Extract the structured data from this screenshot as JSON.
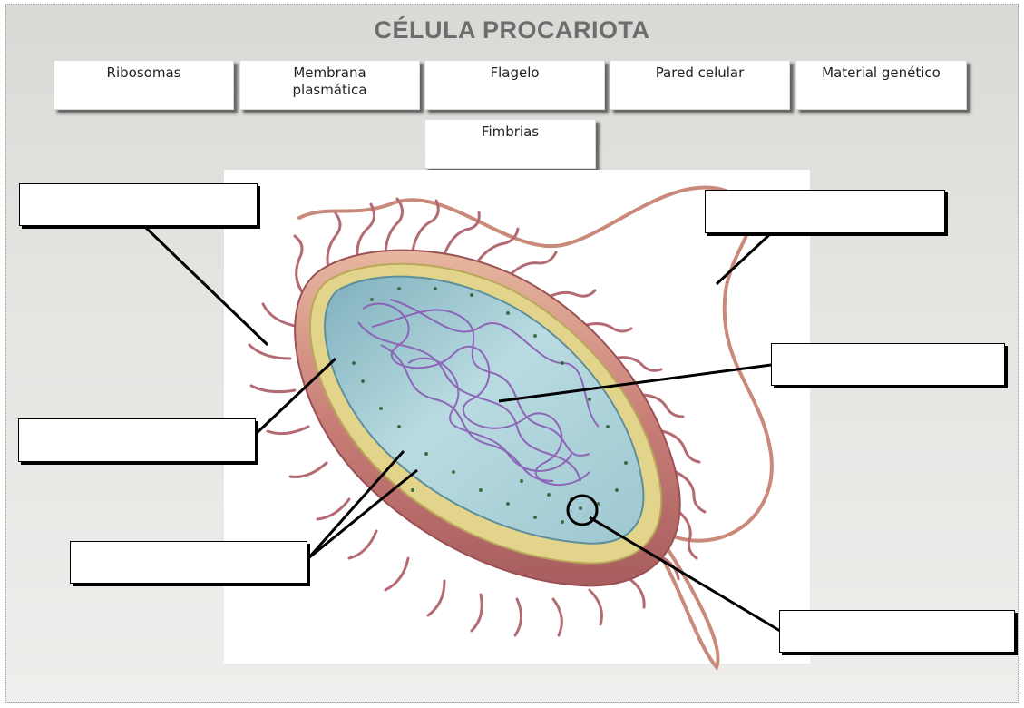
{
  "title": "CÉLULA PROCARIOTA",
  "labels": {
    "ribosomas": "Ribosomas",
    "membrana_line1": "Membrana",
    "membrana_line2": "plasmática",
    "flagelo": "Flagelo",
    "pared": "Pared celular",
    "material": "Material genético",
    "fimbrias": "Fimbrias"
  },
  "colors": {
    "title": "#6d6d6d",
    "cytoplasm": "#a8cdd6",
    "dna": "#8a5bb5",
    "cell_wall": "#c98a7e",
    "membrane": "#e2d48a",
    "fimbria": "#b46a72"
  }
}
